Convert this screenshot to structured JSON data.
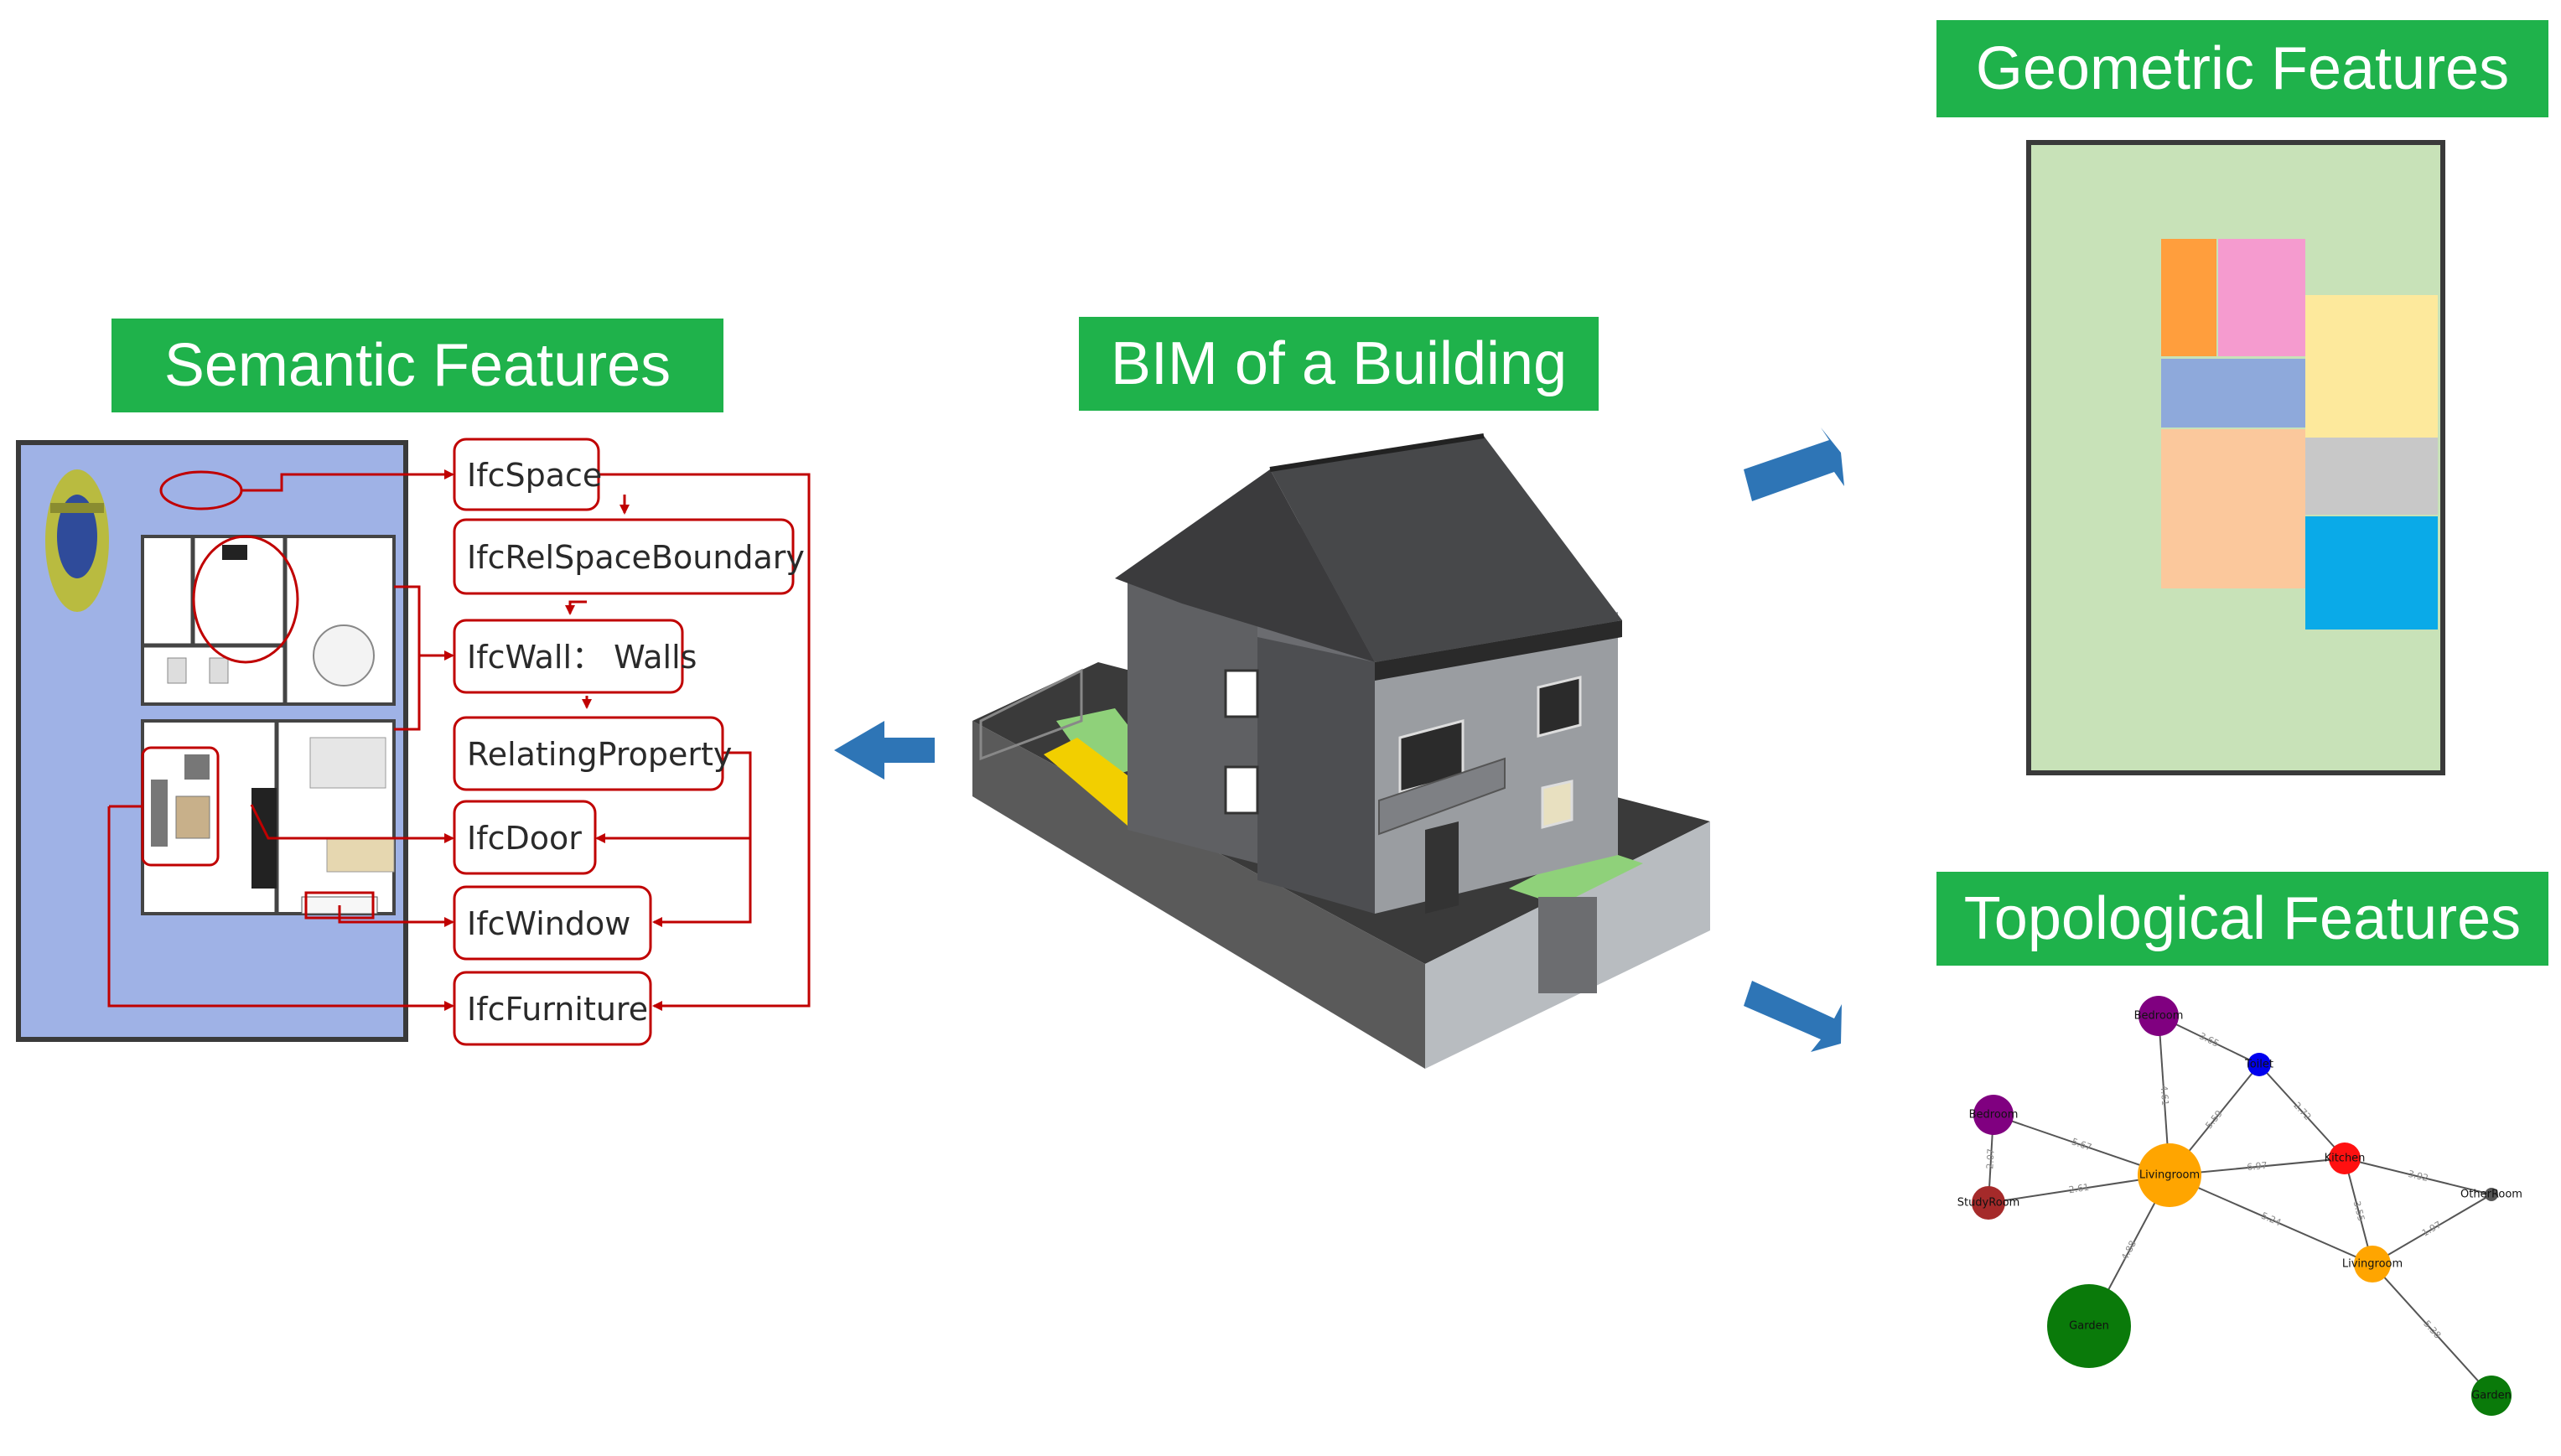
{
  "titles": {
    "semantic": "Semantic Features",
    "bim": "BIM of a Building",
    "geometric": "Geometric Features",
    "topological": "Topological Features"
  },
  "ifc_entities": [
    "IfcSpace",
    "IfcRelSpaceBoundary",
    "IfcWall： Walls",
    "RelatingProperty",
    "IfcDoor",
    "IfcWindow",
    "IfcFurniture"
  ],
  "graph": {
    "nodes": [
      {
        "id": "bedroom1",
        "label": "Bedroom"
      },
      {
        "id": "toilet",
        "label": "Toilet"
      },
      {
        "id": "bedroom2",
        "label": "Bedroom"
      },
      {
        "id": "kitchen",
        "label": "Kitchen"
      },
      {
        "id": "livingroom1",
        "label": "Livingroom"
      },
      {
        "id": "studyroom",
        "label": "StudyRoom"
      },
      {
        "id": "otherroom",
        "label": "OtherRoom"
      },
      {
        "id": "livingroom2",
        "label": "Livingroom"
      },
      {
        "id": "garden1",
        "label": "Garden"
      },
      {
        "id": "garden2",
        "label": "Garden"
      }
    ],
    "edges": [
      {
        "from": "bedroom1",
        "to": "toilet",
        "weight": "3.65"
      },
      {
        "from": "bedroom1",
        "to": "livingroom1",
        "weight": "4.61"
      },
      {
        "from": "toilet",
        "to": "livingroom1",
        "weight": "5.59"
      },
      {
        "from": "toilet",
        "to": "kitchen",
        "weight": "2.72"
      },
      {
        "from": "bedroom2",
        "to": "livingroom1",
        "weight": "5.67"
      },
      {
        "from": "bedroom2",
        "to": "studyroom",
        "weight": "2.07"
      },
      {
        "from": "studyroom",
        "to": "livingroom1",
        "weight": "2.61"
      },
      {
        "from": "livingroom1",
        "to": "kitchen",
        "weight": "6.97"
      },
      {
        "from": "kitchen",
        "to": "otherroom",
        "weight": "3.92"
      },
      {
        "from": "kitchen",
        "to": "livingroom2",
        "weight": "3.55"
      },
      {
        "from": "livingroom1",
        "to": "livingroom2",
        "weight": "5.24"
      },
      {
        "from": "otherroom",
        "to": "livingroom2",
        "weight": "1.97"
      },
      {
        "from": "livingroom1",
        "to": "garden1",
        "weight": "4.88"
      },
      {
        "from": "livingroom2",
        "to": "garden2",
        "weight": "5.38"
      }
    ]
  },
  "colors": {
    "title_bg": "#1fb24b",
    "arrow": "#2e75b6",
    "bedroom": "#800080",
    "toilet": "#0000ee",
    "kitchen": "#ff1010",
    "livingroom": "#ffa500",
    "studyroom": "#a52a2a",
    "garden": "#0a7a0a",
    "otherroom": "#555555"
  }
}
